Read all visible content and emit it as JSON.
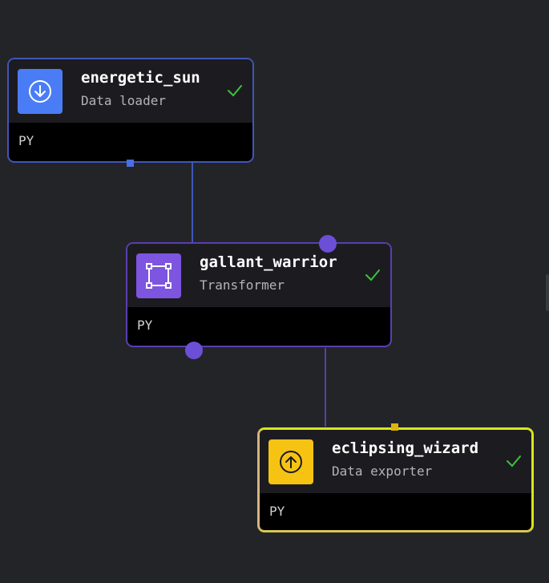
{
  "nodes": [
    {
      "id": "energetic_sun",
      "title": "energetic_sun",
      "subtitle": "Data loader",
      "lang": "PY",
      "icon": "download-icon",
      "icon_color": "#4a7cf6",
      "border_color": "#3f57b8",
      "status": "success"
    },
    {
      "id": "gallant_warrior",
      "title": "gallant_warrior",
      "subtitle": "Transformer",
      "lang": "PY",
      "icon": "transform-square-icon",
      "icon_color": "#7d55e0",
      "border_color": "#5a3fae",
      "status": "success"
    },
    {
      "id": "eclipsing_wizard",
      "title": "eclipsing_wizard",
      "subtitle": "Data exporter",
      "lang": "PY",
      "icon": "upload-icon",
      "icon_color": "#f7c313",
      "border_color": "#d8e61c",
      "status": "success"
    }
  ],
  "edges": [
    {
      "from": "energetic_sun",
      "to": "gallant_warrior"
    },
    {
      "from": "gallant_warrior",
      "to": "eclipsing_wizard"
    }
  ],
  "colors": {
    "background": "#232428",
    "edge_blue": "#3f57b8",
    "edge_purple": "#5a3fae",
    "port_purple": "#6b4fd6",
    "port_blue": "#4a6fe0",
    "port_yellow": "#e0b40f",
    "success_check": "#3cc33c"
  }
}
